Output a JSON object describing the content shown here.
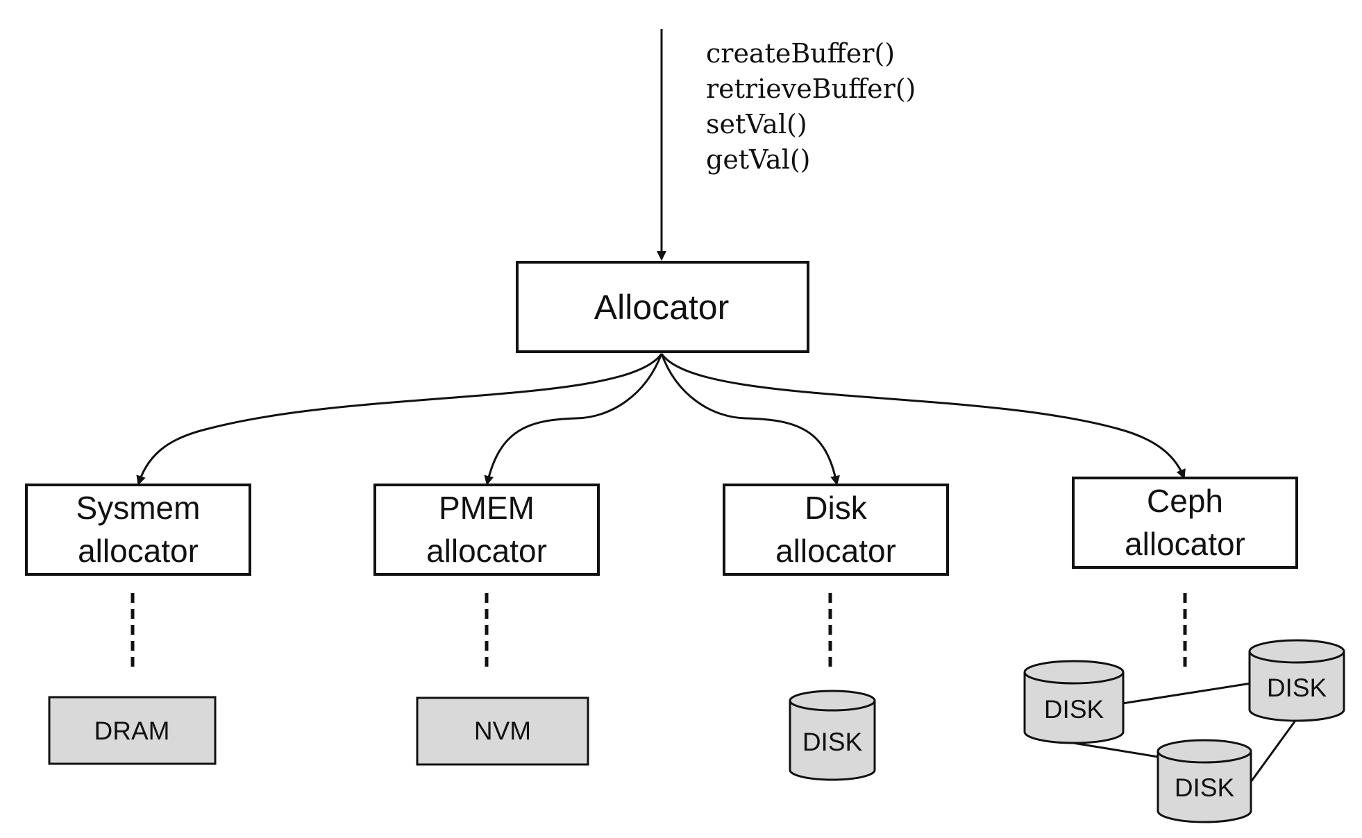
{
  "api_calls": [
    "createBuffer()",
    "retrieveBuffer()",
    "setVal()",
    "getVal()"
  ],
  "allocator": {
    "label": "Allocator"
  },
  "allocators": [
    {
      "line1": "Sysmem",
      "line2": "allocator"
    },
    {
      "line1": "PMEM",
      "line2": "allocator"
    },
    {
      "line1": "Disk",
      "line2": "allocator"
    },
    {
      "line1": "Ceph",
      "line2": "allocator"
    }
  ],
  "storage": {
    "dram": "DRAM",
    "nvm": "NVM",
    "disk": "DISK",
    "ceph_disks": [
      "DISK",
      "DISK",
      "DISK"
    ]
  },
  "colors": {
    "stroke": "#111111",
    "storage_fill": "#d9d9d9",
    "box_fill": "#ffffff"
  }
}
